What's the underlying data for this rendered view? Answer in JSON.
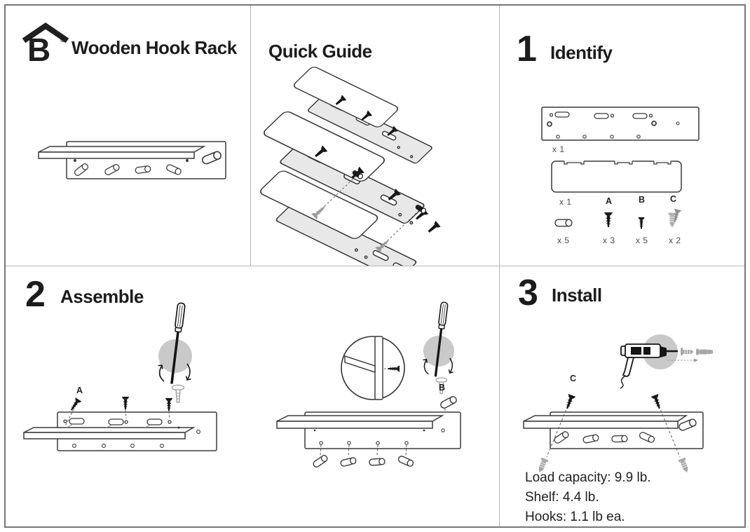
{
  "brand": {
    "logo_letter": "B",
    "registered_mark": "®",
    "product_name": "Wooden Hook Rack"
  },
  "quick_guide": {
    "title": "Quick Guide"
  },
  "identify": {
    "step_number": "1",
    "title": "Identify",
    "back_panel_qty": "x 1",
    "shelf_qty": "x 1",
    "peg_qty": "x 5",
    "screw_a": {
      "label": "A",
      "qty": "x 3"
    },
    "screw_b": {
      "label": "B",
      "qty": "x 5"
    },
    "anchor_c": {
      "label": "C",
      "qty": "x 2"
    }
  },
  "assemble": {
    "step_number": "2",
    "title": "Assemble",
    "screw_a_label": "A",
    "peg_b_label": "B"
  },
  "install": {
    "step_number": "3",
    "title": "Install",
    "anchor_c_label": "C",
    "notes": {
      "load_capacity": "Load capacity: 9.9 lb.",
      "shelf": "Shelf: 4.4 lb.",
      "hooks": "Hooks: 1.1 lb ea."
    }
  },
  "colors": {
    "line": "#333333",
    "tool_circle_gray": "#c9c9c9",
    "hardware_gray": "#a8a8a8",
    "board_gray": "#e8e8e8"
  }
}
